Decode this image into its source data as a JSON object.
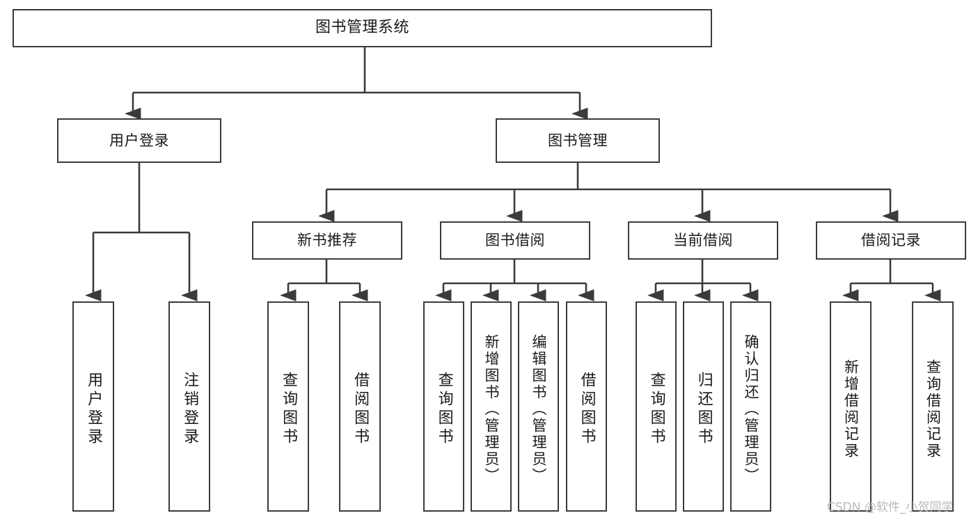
{
  "diagram": {
    "title": "图书管理系统",
    "type": "tree",
    "watermark": "CSDN @软件_小贺同学",
    "colors": {
      "stroke": "#3b3b3b",
      "fill": "#ffffff",
      "text": "#1a1a1a",
      "watermark": "#b9b9b9"
    },
    "nodes": {
      "root": {
        "label": "图书管理系统"
      },
      "level2": [
        {
          "id": "user-login",
          "label": "用户登录"
        },
        {
          "id": "book-manage",
          "label": "图书管理"
        }
      ],
      "level3": [
        {
          "id": "new-book-recommend",
          "label": "新书推荐"
        },
        {
          "id": "book-borrow",
          "label": "图书借阅"
        },
        {
          "id": "current-borrow",
          "label": "当前借阅"
        },
        {
          "id": "borrow-record",
          "label": "借阅记录"
        }
      ],
      "leaves": {
        "user_login": [
          {
            "id": "leaf-user-login",
            "label": "用户登录"
          },
          {
            "id": "leaf-logout-login",
            "label": "注销登录"
          }
        ],
        "new_book_recommend": [
          {
            "id": "leaf-query-book-1",
            "label": "查询图书"
          },
          {
            "id": "leaf-borrow-book-1",
            "label": "借阅图书"
          }
        ],
        "book_borrow": [
          {
            "id": "leaf-query-book-2",
            "label": "查询图书"
          },
          {
            "id": "leaf-add-book",
            "label": "新增图书（管理员）"
          },
          {
            "id": "leaf-edit-book",
            "label": "编辑图书（管理员）"
          },
          {
            "id": "leaf-borrow-book-2",
            "label": "借阅图书"
          }
        ],
        "current_borrow": [
          {
            "id": "leaf-query-book-3",
            "label": "查询图书"
          },
          {
            "id": "leaf-return-book",
            "label": "归还图书"
          },
          {
            "id": "leaf-confirm-return",
            "label": "确认归还（管理员）"
          }
        ],
        "borrow_record": [
          {
            "id": "leaf-add-record",
            "label": "新增借阅记录"
          },
          {
            "id": "leaf-query-record",
            "label": "查询借阅记录"
          }
        ]
      }
    }
  }
}
